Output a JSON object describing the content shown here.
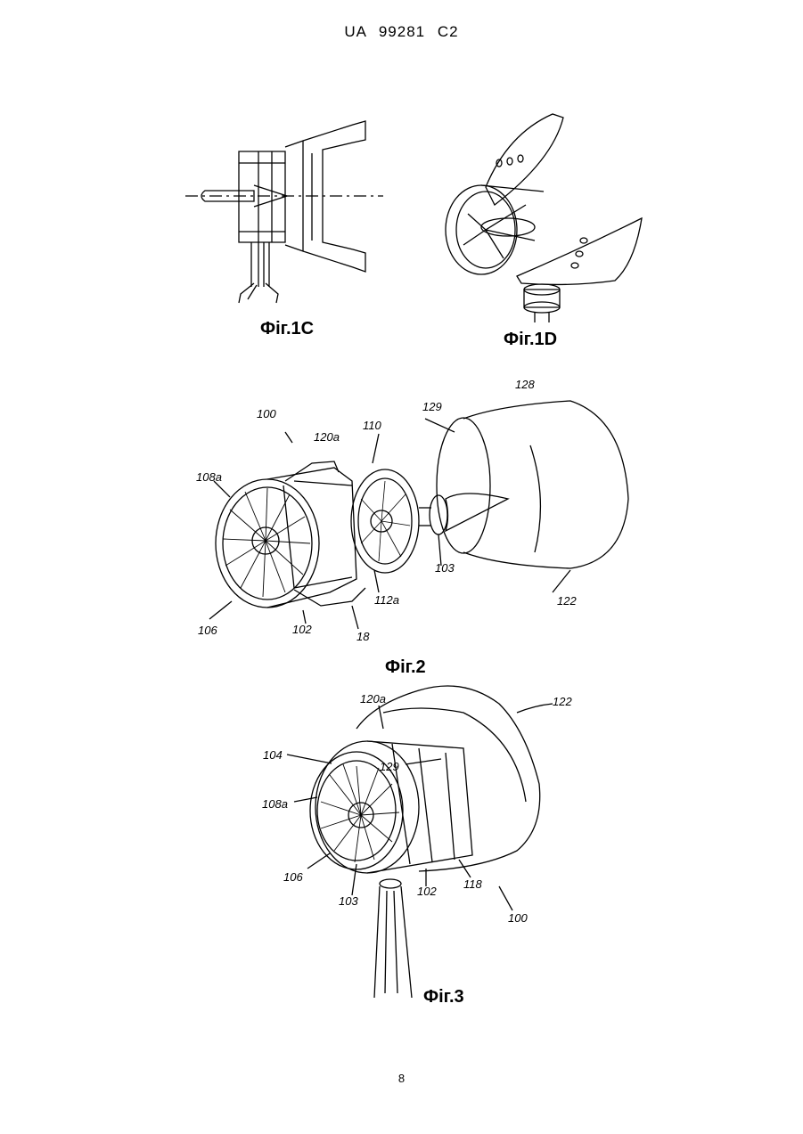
{
  "header": {
    "country": "UA",
    "number": "99281",
    "kind": "C2"
  },
  "figures": {
    "fig1c": {
      "caption": "Фіг.1С"
    },
    "fig1d": {
      "caption": "Фіг.1D"
    },
    "fig2": {
      "caption": "Фіг.2",
      "refs": [
        "100",
        "120a",
        "110",
        "129",
        "128",
        "108a",
        "103",
        "112a",
        "122",
        "106",
        "102",
        "18"
      ]
    },
    "fig3": {
      "caption": "Фіг.3",
      "refs": [
        "120a",
        "122",
        "104",
        "129",
        "108a",
        "106",
        "103",
        "102",
        "118",
        "100"
      ]
    }
  },
  "page_number": "8"
}
